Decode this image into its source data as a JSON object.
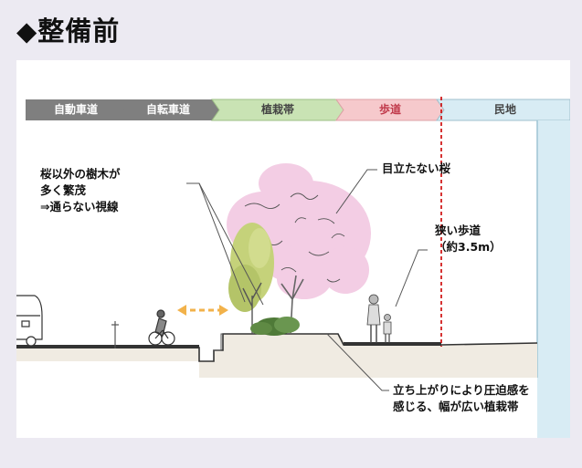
{
  "title": "◆整備前",
  "zones": [
    {
      "label": "自動車道",
      "fill": "#7f7f7f",
      "text_color": "#ffffff"
    },
    {
      "label": "自転車道",
      "fill": "#7f7f7f",
      "text_color": "#ffffff"
    },
    {
      "label": "植栽帯",
      "fill": "#c9e3b4",
      "text_color": "#444444"
    },
    {
      "label": "歩道",
      "fill": "#f6c9cc",
      "text_color": "#c0394a"
    },
    {
      "label": "民地",
      "fill": "#d8ecf4",
      "text_color": "#444444"
    }
  ],
  "callouts": {
    "trees": [
      "桜以外の樹木が",
      "多く繁茂",
      "⇒通らない視線"
    ],
    "sakura": [
      "目立たない桜"
    ],
    "sidewalk": [
      "狭い歩道",
      "（約3.5m）"
    ],
    "planter": [
      "立ち上がりにより圧迫感を",
      "感じる、幅が広い植栽帯"
    ]
  },
  "colors": {
    "boundary_line": "#cc0000",
    "sakura_canopy": "#f3cde4",
    "green_tree": "#c5d27a",
    "building": "#d8ecf4",
    "ground": "#f0ebe2",
    "view_arrow": "#f2b24a"
  }
}
